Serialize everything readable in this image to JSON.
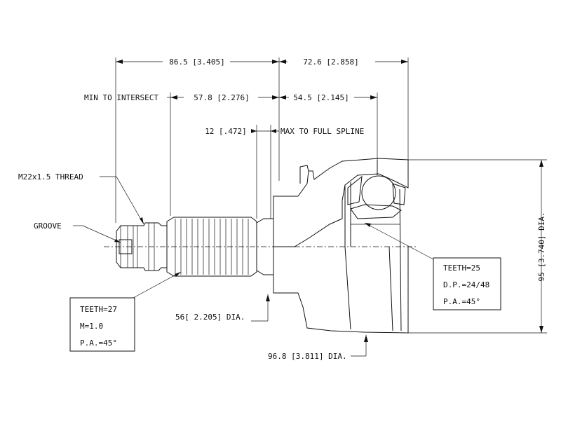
{
  "dimensions": {
    "overall_left": "86.5 [3.405]",
    "overall_right": "72.6 [2.858]",
    "min_to_intersect_label": "MIN TO INTERSECT",
    "min_to_intersect_value": "57.8 [2.276]",
    "housing_length": "54.5 [2.145]",
    "max_to_full_spline_value": "12 [.472]",
    "max_to_full_spline_label": "MAX TO FULL SPLINE",
    "thread": "M22x1.5 THREAD",
    "groove": "GROOVE",
    "shaft_dia": "56[ 2.205] DIA.",
    "housing_dia": "96.8 [3.811] DIA.",
    "outer_dia": "95 [3.740] DIA."
  },
  "shaft_spec": {
    "teeth": "TEETH=27",
    "module": "M=1.0",
    "pa": "P.A.=45°"
  },
  "inner_spec": {
    "teeth": "TEETH=25",
    "dp": "D.P.=24/48",
    "pa": "P.A.=45°"
  }
}
